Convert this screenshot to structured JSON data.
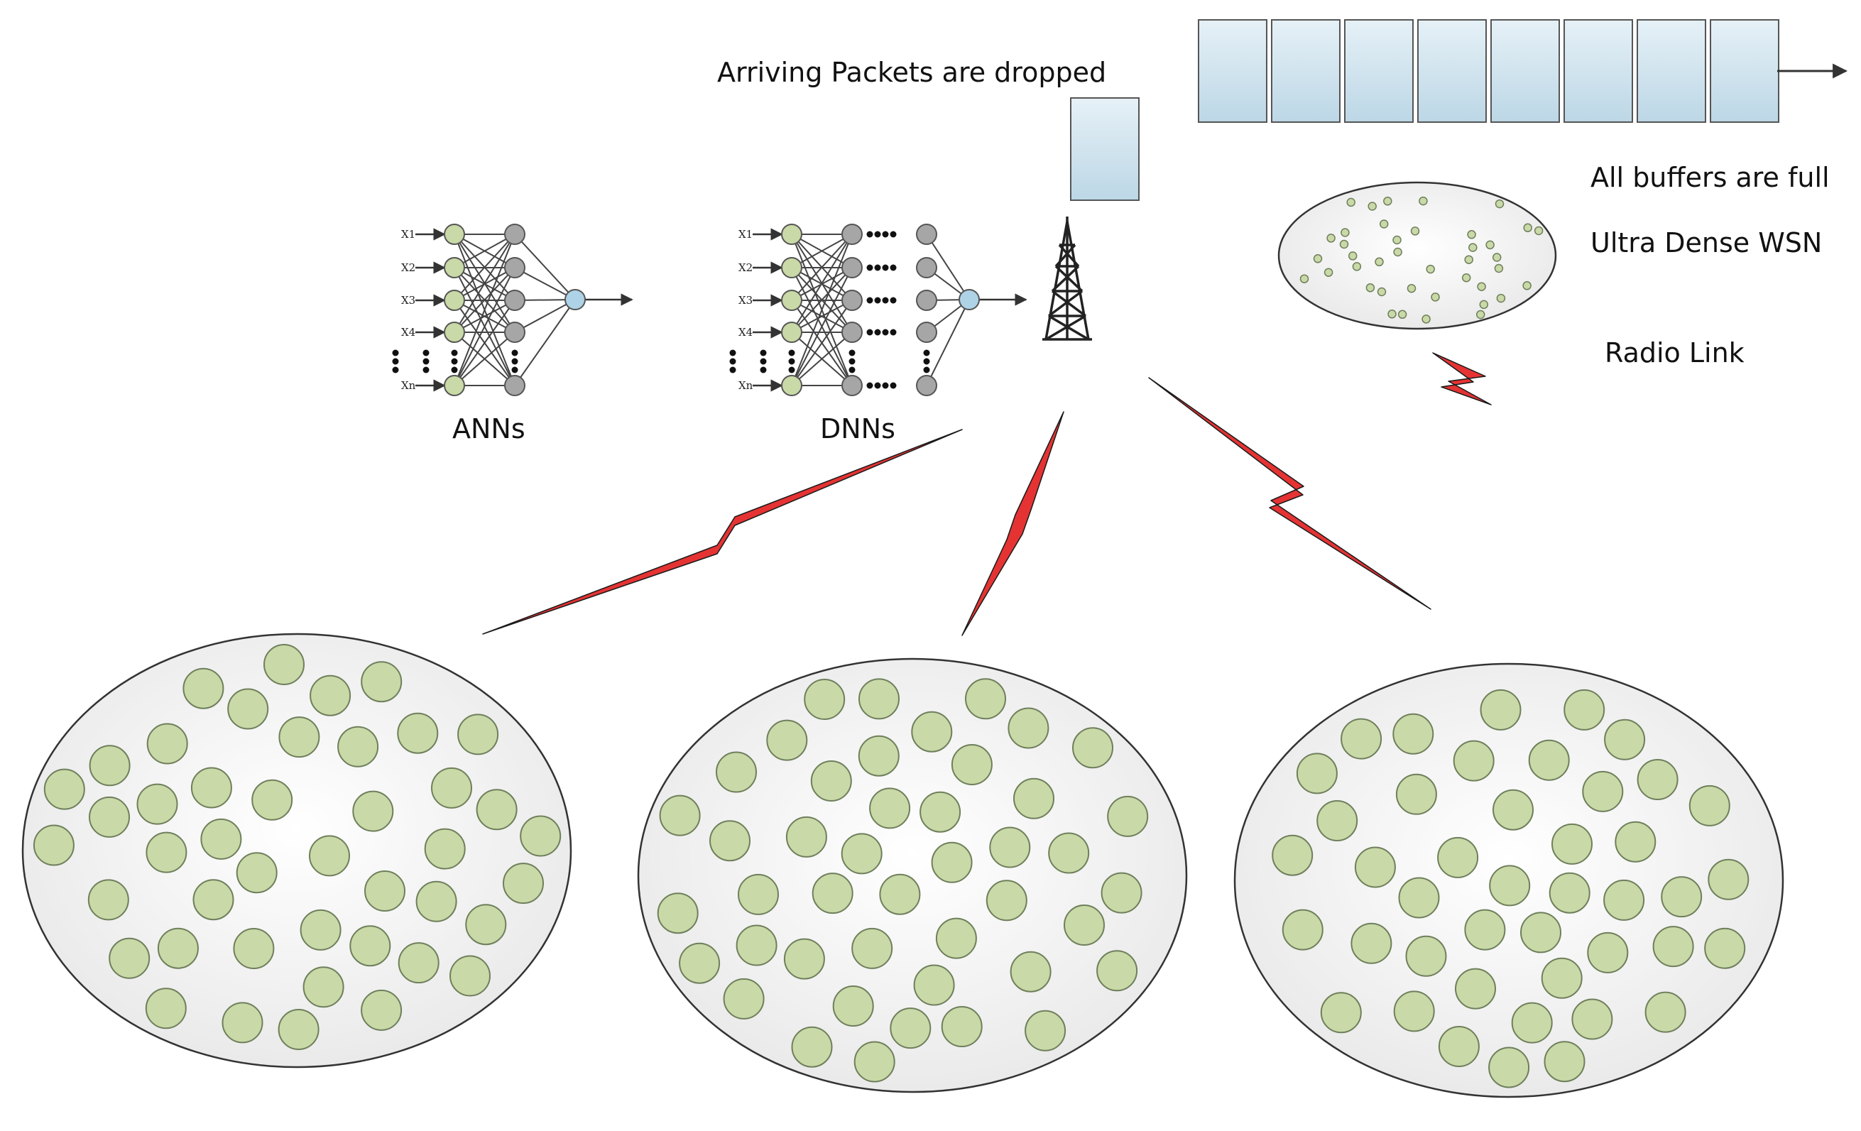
{
  "labels": {
    "dropped": "Arriving Packets are  dropped",
    "full": "All buffers are full",
    "wsn": "Ultra Dense WSN",
    "radio": "Radio Link",
    "ann": "ANNs",
    "dnn": "DNNs"
  },
  "inputs": [
    "X1",
    "X2",
    "X3",
    "X4",
    "Xn"
  ],
  "colors": {
    "node": "#c9d9a7",
    "node_stroke": "#6f7f5c",
    "hidden": "#a6a6a6",
    "output": "#aed2e6",
    "buffer": "#cfe3ee",
    "bolt": "#e53333",
    "cluster": "#f2f2f2"
  },
  "queue_cells": 8
}
